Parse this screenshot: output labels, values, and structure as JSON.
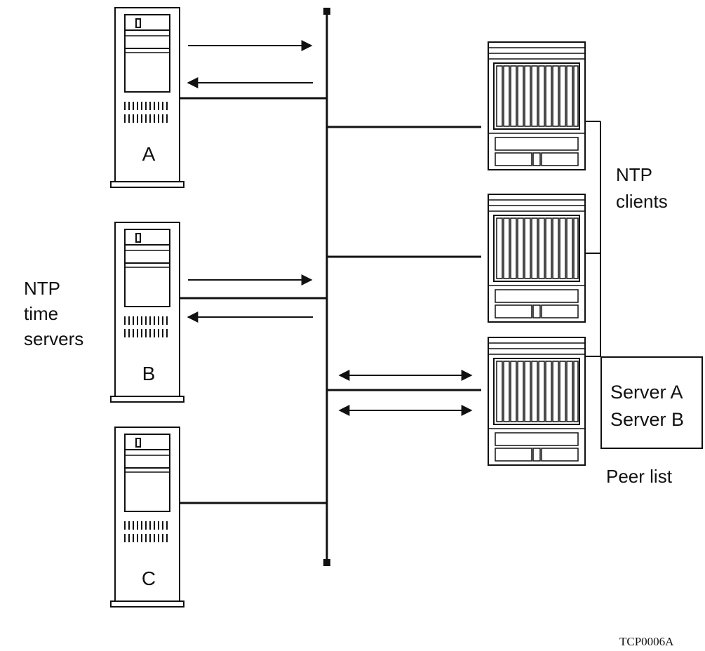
{
  "labels": {
    "time_servers": [
      "NTP",
      "time",
      "servers"
    ],
    "clients": [
      "NTP",
      "clients"
    ],
    "peer_list_caption": "Peer list",
    "figure_id": "TCP0006A"
  },
  "servers": [
    {
      "letter": "A"
    },
    {
      "letter": "B"
    },
    {
      "letter": "C"
    }
  ],
  "peer_list": {
    "entries": [
      "Server A",
      "Server B"
    ]
  },
  "colors": {
    "stroke": "#111111",
    "background": "#ffffff"
  }
}
